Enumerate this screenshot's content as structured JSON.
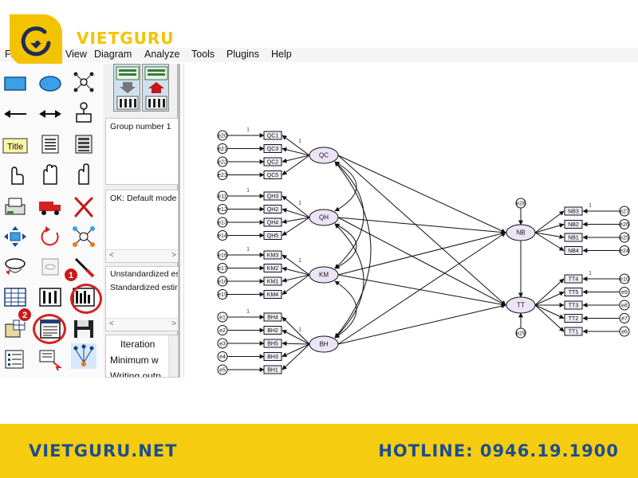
{
  "brand": {
    "name": "VIETGURU"
  },
  "menu": {
    "items": [
      "File",
      "View",
      "Diagram",
      "Analyze",
      "Tools",
      "Plugins",
      "Help"
    ]
  },
  "toolbox": {
    "title_tool_label": "Title",
    "callouts": [
      "1",
      "2"
    ]
  },
  "side_panel": {
    "group": "Group number 1",
    "model": "OK: Default mode",
    "estimates": [
      "Unstandardized es",
      "Standardized estir"
    ],
    "iteration": [
      "Iteration",
      "Minimum w",
      "Writing outp"
    ]
  },
  "diagram": {
    "arrow_weight": "1",
    "latents": [
      {
        "name": "QC",
        "indicators": [
          "QC1",
          "QC3",
          "QC2",
          "QC5"
        ],
        "errors": [
          "e20",
          "e21",
          "e22",
          "e23"
        ]
      },
      {
        "name": "QH",
        "indicators": [
          "QH3",
          "QH2",
          "QH4",
          "QH5"
        ],
        "errors": [
          "e11",
          "e12",
          "e13",
          "e14"
        ]
      },
      {
        "name": "KM",
        "indicators": [
          "KM3",
          "KM2",
          "KM1",
          "KM4"
        ],
        "errors": [
          "e16",
          "e17",
          "e18",
          "e19"
        ]
      },
      {
        "name": "BH",
        "indicators": [
          "BH4",
          "BH2",
          "BH5",
          "BH3",
          "BH1"
        ],
        "errors": [
          "e1",
          "e2",
          "e3",
          "e4",
          "e5"
        ]
      }
    ],
    "endogenous": [
      {
        "name": "NB",
        "disturbance": "e28",
        "indicators": [
          "NB3",
          "NB2",
          "NB1",
          "NB4"
        ],
        "errors": [
          "e27",
          "e26",
          "e25",
          "e24"
        ]
      },
      {
        "name": "TT",
        "disturbance": "e29",
        "indicators": [
          "TT4",
          "TT5",
          "TT3",
          "TT2",
          "TT1"
        ],
        "errors": [
          "e10",
          "e9",
          "e8",
          "e7",
          "e6"
        ]
      }
    ]
  },
  "footer": {
    "website": "VIETGURU.NET",
    "hotline": "HOTLINE: 0946.19.1900"
  },
  "colors": {
    "accent": "#f4c300",
    "footer_bg": "#f5cc0f",
    "footer_text": "#1d4e8f",
    "latent_fill": "#ece4f6",
    "box_fill": "#f1ecf8",
    "callout": "#c91a1a"
  }
}
